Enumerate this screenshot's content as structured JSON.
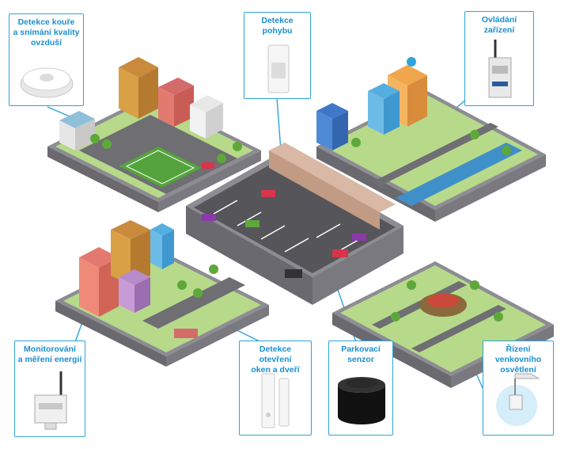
{
  "callouts": {
    "smoke": {
      "label": "Detekce kouře\na snímání kvality\novzduší",
      "icon": "smoke-detector-icon"
    },
    "motion": {
      "label": "Detekce\npohybu",
      "icon": "motion-sensor-icon"
    },
    "control": {
      "label": "Ovládání\nzařízení",
      "icon": "din-rail-module-icon"
    },
    "energy": {
      "label": "Monitorování\na měření energií",
      "icon": "energy-meter-icon"
    },
    "doors": {
      "label": "Detekce otevření\noken a dveří",
      "icon": "door-contact-sensor-icon"
    },
    "parking": {
      "label": "Parkovací\nsenzor",
      "icon": "parking-sensor-icon"
    },
    "lighting": {
      "label": "Řízení venkovního\nosvětlení",
      "icon": "street-light-controller-icon"
    }
  },
  "colors": {
    "accent": "#1a8fd0",
    "border": "#2fa4d9",
    "grass": "#b7d98a",
    "road": "#6e6e73",
    "ground": "#9b9aa0",
    "parking": "#55555a"
  }
}
